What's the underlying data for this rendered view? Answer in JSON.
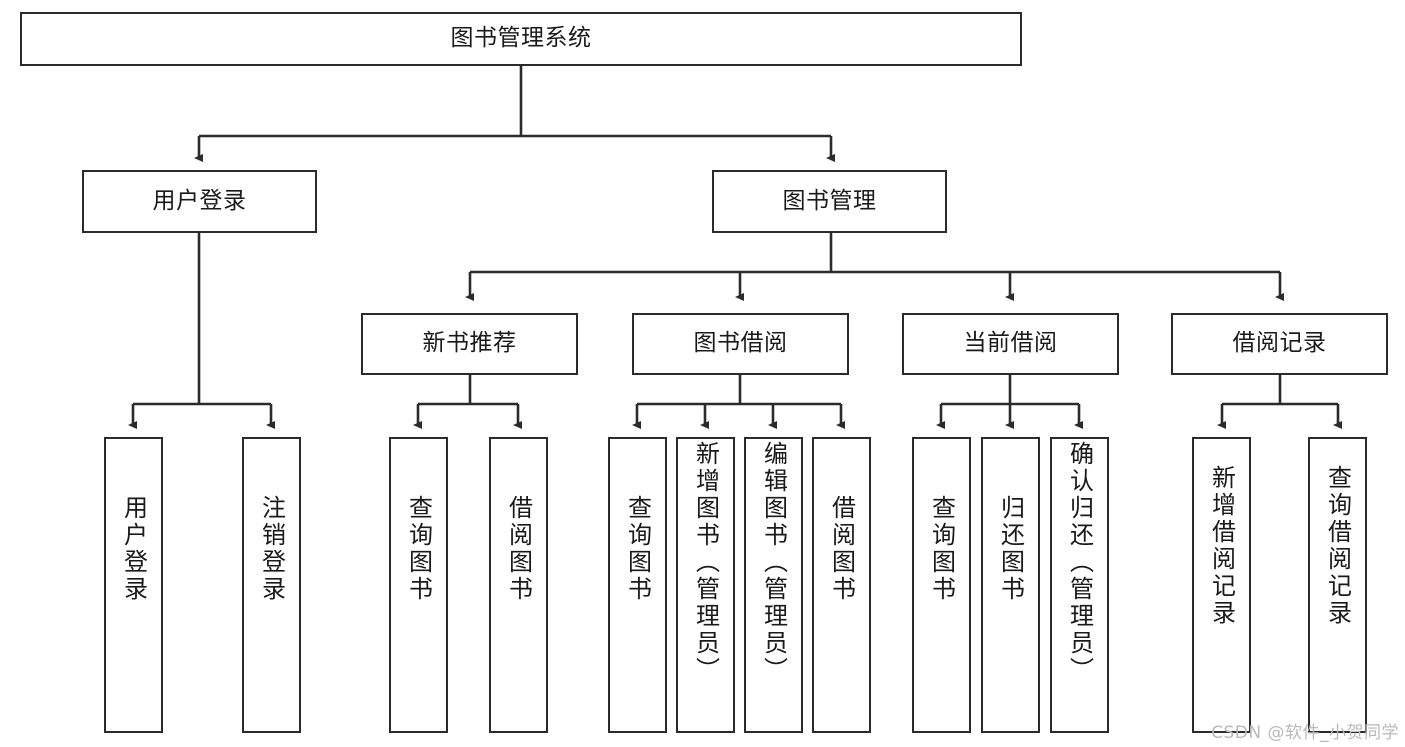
{
  "diagram": {
    "title": "图书管理系统",
    "type": "tree-hierarchy-chart",
    "orientation": "top-down",
    "colors": {
      "stroke": "#2b2b2b",
      "fill": "#ffffff",
      "text": "#1a1a1a",
      "watermark": "#b9b9b9"
    },
    "root": {
      "label": "图书管理系统"
    },
    "level2": [
      {
        "label": "用户登录"
      },
      {
        "label": "图书管理"
      }
    ],
    "level3": [
      {
        "label": "新书推荐"
      },
      {
        "label": "图书借阅"
      },
      {
        "label": "当前借阅"
      },
      {
        "label": "借阅记录"
      }
    ],
    "leaves": {
      "user_login": [
        {
          "label": "用户登录"
        },
        {
          "label": "注销登录"
        }
      ],
      "new_book_recommend": [
        {
          "label": "查询图书"
        },
        {
          "label": "借阅图书"
        }
      ],
      "book_borrow": [
        {
          "label": "查询图书"
        },
        {
          "label": "新增图书（管理员）"
        },
        {
          "label": "编辑图书（管理员）"
        },
        {
          "label": "借阅图书"
        }
      ],
      "current_borrow": [
        {
          "label": "查询图书"
        },
        {
          "label": "归还图书"
        },
        {
          "label": "确认归还（管理员）"
        }
      ],
      "borrow_record": [
        {
          "label": "新增借阅记录"
        },
        {
          "label": "查询借阅记录"
        }
      ]
    },
    "watermark": "CSDN @软件_小贺同学"
  }
}
